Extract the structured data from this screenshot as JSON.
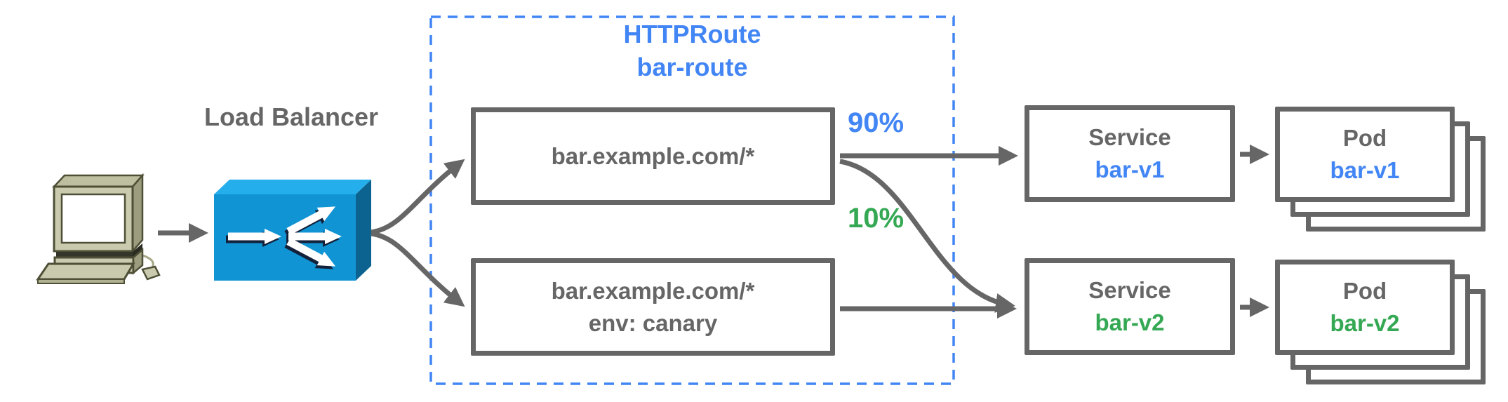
{
  "diagram_title": "HTTPRoute traffic split diagram",
  "client": {
    "icon": "desktop-computer-icon"
  },
  "load_balancer": {
    "label": "Load Balancer",
    "icon": "load-balancer-box-icon"
  },
  "httproute": {
    "title_line1": "HTTPRoute",
    "title_line2": "bar-route",
    "rules": [
      {
        "line1": "bar.example.com/*"
      },
      {
        "line1": "bar.example.com/*",
        "line2": "env: canary"
      }
    ],
    "weights": [
      {
        "label": "90%",
        "color": "#4285F4",
        "target": "bar-v1"
      },
      {
        "label": "10%",
        "color": "#34A853",
        "target": "bar-v2"
      }
    ]
  },
  "services": [
    {
      "kind": "Service",
      "name": "bar-v1",
      "name_color": "#4285F4"
    },
    {
      "kind": "Service",
      "name": "bar-v2",
      "name_color": "#34A853"
    }
  ],
  "pods": [
    {
      "kind": "Pod",
      "name": "bar-v1",
      "name_color": "#4285F4"
    },
    {
      "kind": "Pod",
      "name": "bar-v2",
      "name_color": "#34A853"
    }
  ],
  "colors": {
    "outline_gray": "#666666",
    "accent_blue": "#4285F4",
    "accent_green": "#34A853",
    "lb_front": "#1094D4",
    "lb_top": "#25AEEC",
    "lb_side": "#0D6390",
    "computer_body": "#C9CAAE"
  }
}
